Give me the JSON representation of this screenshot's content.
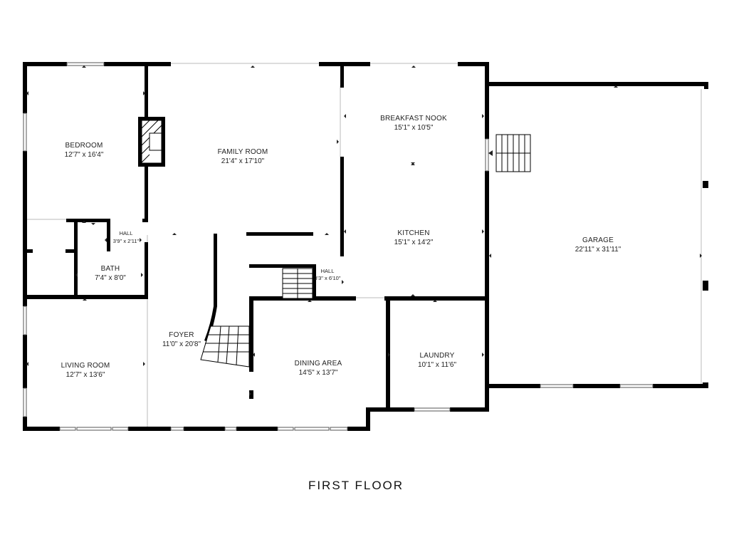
{
  "floor_title": "FIRST FLOOR",
  "rooms": {
    "bedroom": {
      "name": "BEDROOM",
      "size": "12'7\" x 16'4\""
    },
    "family_room": {
      "name": "FAMILY ROOM",
      "size": "21'4\" x 17'10\""
    },
    "breakfast_nook": {
      "name": "BREAKFAST NOOK",
      "size": "15'1\" x 10'5\""
    },
    "kitchen": {
      "name": "KITCHEN",
      "size": "15'1\" x 14'2\""
    },
    "garage": {
      "name": "GARAGE",
      "size": "22'11\" x 31'11\""
    },
    "hall_upper": {
      "name": "HALL",
      "size": "3'9\" x 2'11\""
    },
    "bath": {
      "name": "BATH",
      "size": "7'4\" x 8'0\""
    },
    "hall_lower": {
      "name": "HALL",
      "size": "3'3\" x 6'10\""
    },
    "foyer": {
      "name": "FOYER",
      "size": "11'0\" x 20'8\""
    },
    "living_room": {
      "name": "LIVING ROOM",
      "size": "12'7\" x 13'6\""
    },
    "dining_area": {
      "name": "DINING AREA",
      "size": "14'5\" x 13'7\""
    },
    "laundry": {
      "name": "LAUNDRY",
      "size": "10'1\" x 11'6\""
    }
  }
}
